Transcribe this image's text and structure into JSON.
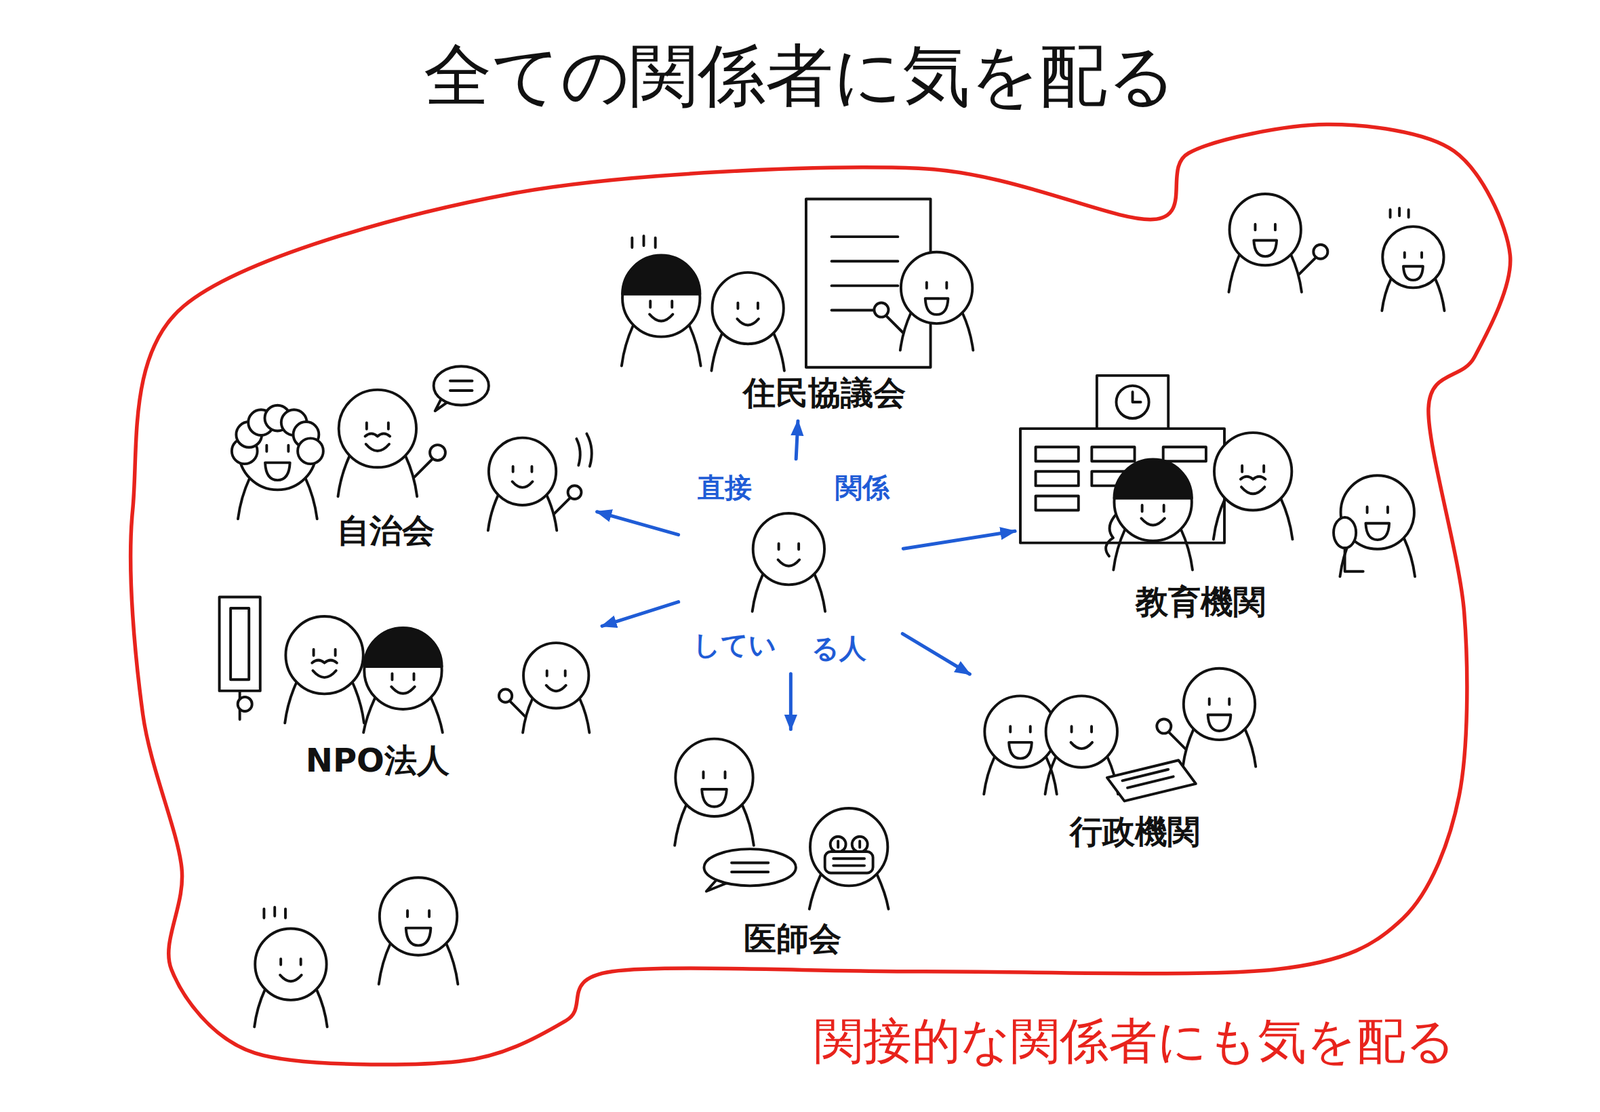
{
  "diagram": {
    "title": "全ての関係者に気を配る",
    "nodes": [
      {
        "text": [
          "関接的な関係者にも気を配る"
        ]
      },
      {
        "text": [
          "住民協議会"
        ],
        "in": 0
      },
      {
        "text": [
          "自治会"
        ],
        "in": 0
      },
      {
        "text": [
          "直接",
          "関係",
          "してい",
          "る人"
        ],
        "in": 0
      },
      {
        "text": [
          "教育機関"
        ],
        "in": 0
      },
      {
        "text": [
          "NPO法人"
        ],
        "in": 0
      },
      {
        "text": [
          "行政機関"
        ],
        "in": 0
      },
      {
        "text": [
          "医師会"
        ],
        "in": 0
      }
    ],
    "edges": [
      {
        "from": 3,
        "to": 1,
        "arrow": "to"
      },
      {
        "from": 3,
        "to": 2,
        "arrow": "to"
      },
      {
        "from": 3,
        "to": 4,
        "arrow": "to"
      },
      {
        "from": 3,
        "to": 5,
        "arrow": "to"
      },
      {
        "from": 3,
        "to": 6,
        "arrow": "to"
      },
      {
        "from": 3,
        "to": 7,
        "arrow": "to"
      }
    ]
  }
}
